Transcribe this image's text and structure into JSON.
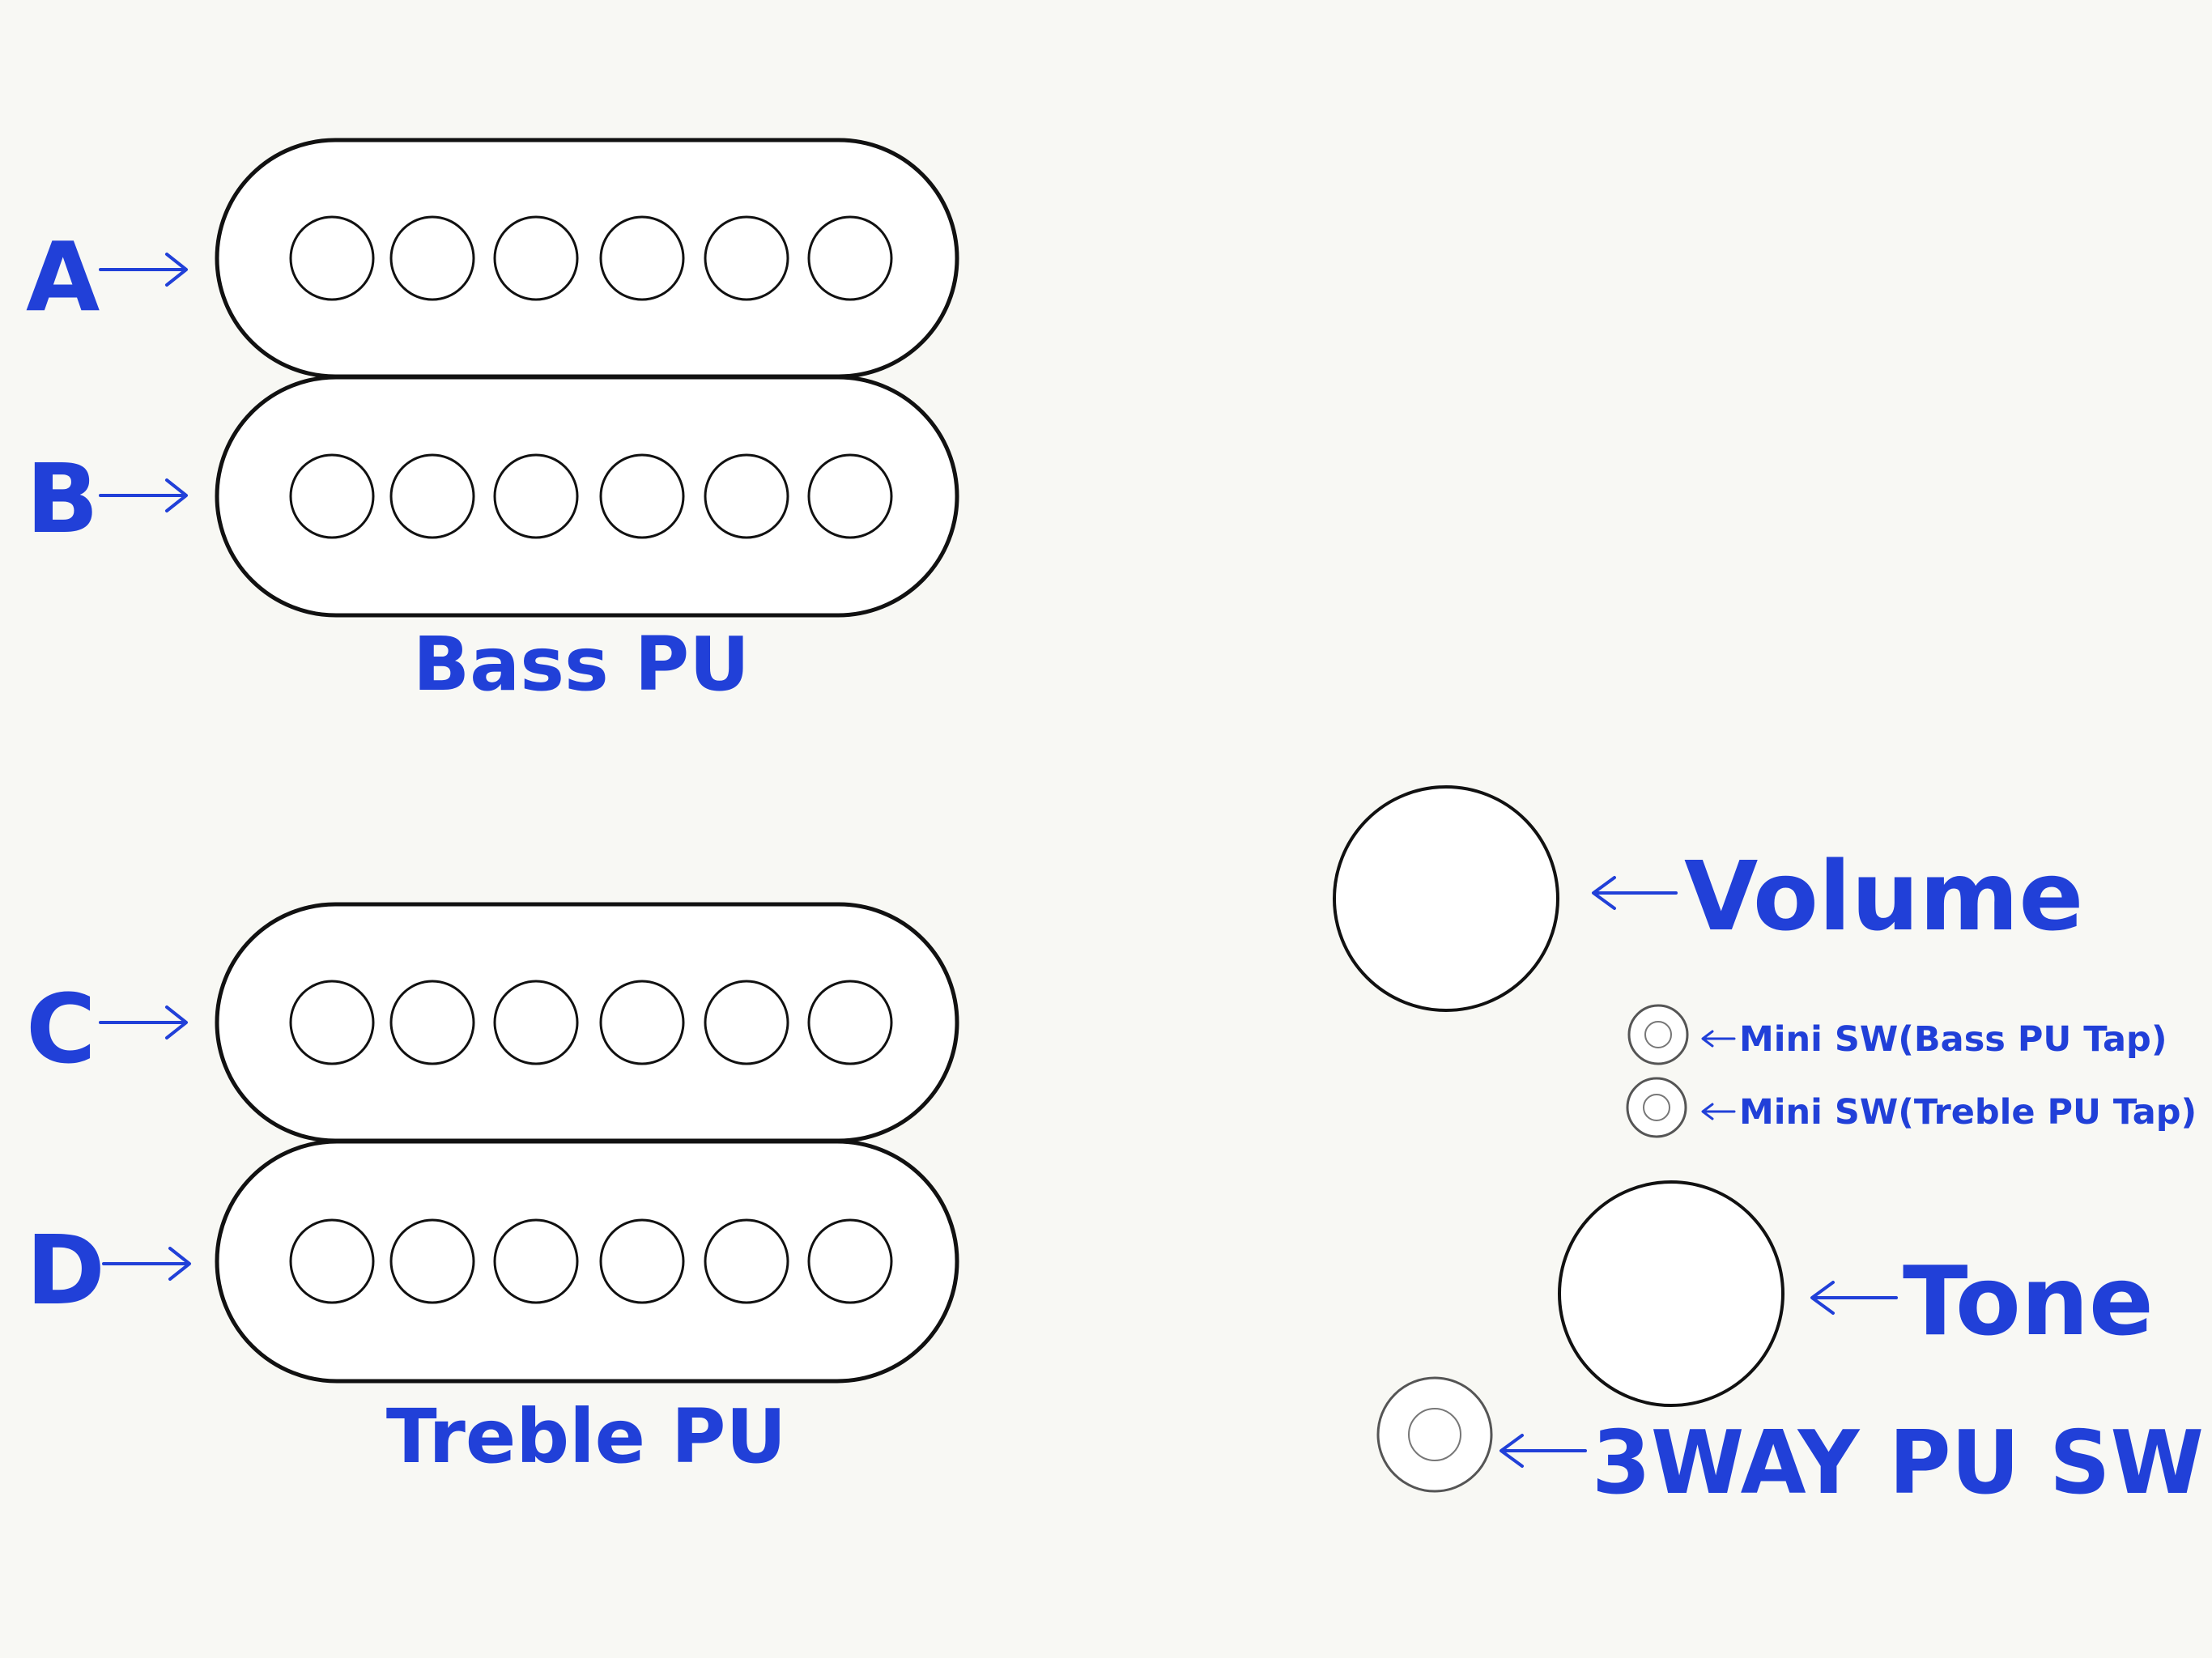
{
  "labels": {
    "coil_a": "A",
    "coil_b": "B",
    "coil_c": "C",
    "coil_d": "D",
    "bass_pu": "Bass PU",
    "treble_pu": "Treble PU",
    "volume": "Volume",
    "mini_sw_bass": "Mini SW(Bass PU Tap)",
    "mini_sw_treble": "Mini SW(Treble PU Tap)",
    "tone": "Tone",
    "three_way_sw": "3WAY PU SW"
  },
  "pole_pieces_per_coil": 6,
  "colors": {
    "label_blue": "#2140d8",
    "outline": "#111111",
    "background": "#f8f8f4"
  }
}
